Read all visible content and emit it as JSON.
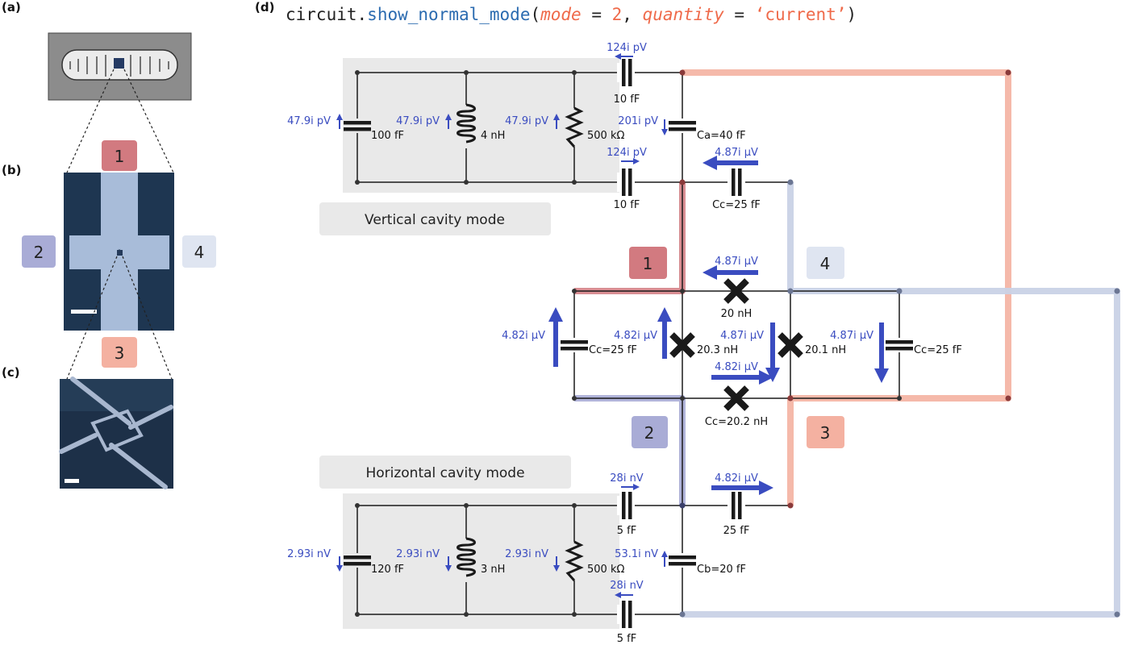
{
  "panel_labels": {
    "a": "(a)",
    "b": "(b)",
    "c": "(c)",
    "d": "(d)"
  },
  "code": {
    "object": "circuit",
    "dot": ".",
    "function": "show_normal_mode",
    "open": "(",
    "arg1_name": "mode",
    "eq1": " = ",
    "arg1_value": "2",
    "sep": ", ",
    "arg2_name": "quantity",
    "eq2": " = ",
    "arg2_value": "‘current’",
    "close": ")"
  },
  "device_labels": {
    "one": "1",
    "two": "2",
    "three": "3",
    "four": "4"
  },
  "mode_labels": {
    "vertical": "Vertical cavity mode",
    "horizontal": "Horizontal cavity mode"
  },
  "port_labels": {
    "one": "1",
    "two": "2",
    "three": "3",
    "four": "4"
  },
  "component_labels": {
    "v_c_shunt": "100 fF",
    "v_l": "4 nH",
    "v_r": "500 kΩ",
    "v_c_top": "10 fF",
    "v_c_bot": "10 fF",
    "ca": "Ca=40 fF",
    "cc_top": "Cc=25 fF",
    "jj_top": "20 nH",
    "cc_left": "Cc=25 fF",
    "jj_left": "20.3 nH",
    "jj_right": "20.1 nH",
    "cc_right": "Cc=25 fF",
    "jj_bottom": "Cc=20.2 nH",
    "h_c_right": "25 fF",
    "h_c_top": "5 fF",
    "h_c_bot": "5 fF",
    "h_c_shunt": "120 fF",
    "h_l": "3 nH",
    "h_r": "500 kΩ",
    "cb": "Cb=20 fF"
  },
  "quantity_labels": {
    "v_c_top": "124i pV",
    "v_c_shunt": "47.9i pV",
    "v_l": "47.9i pV",
    "v_r": "47.9i pV",
    "ca": "201i pV",
    "v_c_bot": "124i pV",
    "cc_top": "4.87i µV",
    "jj_top": "4.87i µV",
    "cc_left": "4.82i µV",
    "jj_left": "4.82i µV",
    "jj_right": "4.87i µV",
    "cc_right": "4.87i µV",
    "jj_bottom": "4.82i µV",
    "h_c_right": "4.82i µV",
    "h_c_top": "28i nV",
    "h_c_shunt": "2.93i nV",
    "h_l": "2.93i nV",
    "h_r": "2.93i nV",
    "cb": "53.1i nV",
    "h_c_bot": "28i nV"
  },
  "colors": {
    "red": "#e88a8a",
    "darkred": "#c9636b",
    "port1": "#d27a80",
    "port2": "#a9acd6",
    "port3": "#f4b1a1",
    "port4": "#dfe5f1",
    "blue_arrow": "#3a4cc0",
    "gray_box": "#e9e9e9"
  }
}
